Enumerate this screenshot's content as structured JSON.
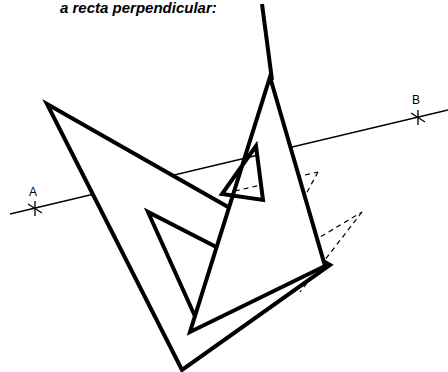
{
  "diagram": {
    "labels": [
      "a recta perpendicular:",
      "A",
      "B"
    ]
  }
}
